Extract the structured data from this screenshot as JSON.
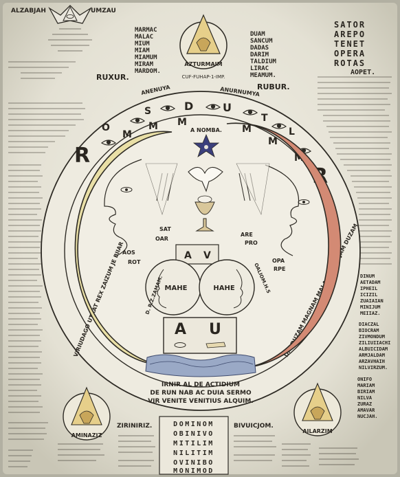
{
  "corners": {
    "top_left": [
      "ALZABJAH",
      "UMZAU"
    ],
    "top_triangle": "AZTURMAIM",
    "top_triangle_sub": "CUF-FUHAP-1-IMP.",
    "bottom_left": "AMINAZIZ",
    "bottom_right": "AILARZIM"
  },
  "top_columns": {
    "left": [
      "MARMAC",
      "MALAC",
      "MIUM",
      "MIAM",
      "MIAMUM",
      "MIRAM",
      "MARDOM."
    ],
    "right": [
      "DUAM",
      "SANCUM",
      "DADAS",
      "DARIM",
      "TALDIUM",
      "LIRAC",
      "MEAMUM."
    ]
  },
  "sator_square": [
    "SATOR",
    "AREPO",
    "TENET",
    "OPERA",
    "ROTAS"
  ],
  "sator_tail": "AOPET.",
  "side_labels": {
    "left": "RUXUR.",
    "right": "RUBUR."
  },
  "ring_top_text": [
    "ANENUYA",
    "ANURNUMYA"
  ],
  "ring_letters": [
    "R",
    "O",
    "S",
    "D",
    "U",
    "T",
    "L",
    "R"
  ],
  "ring_m_letters": [
    "M",
    "M",
    "M",
    "M",
    "M",
    "M"
  ],
  "star_text": "A NOMBA.",
  "center_left": [
    "SAT",
    "OAR",
    "AOS",
    "ROT"
  ],
  "center_right": [
    "ARE",
    "PRO",
    "OPA",
    "RPE"
  ],
  "lenses": [
    "MAHE",
    "HAHE"
  ],
  "lens_side": {
    "left": "D. R.Z.ZAMAM.",
    "right": "OALIOM.H.S"
  },
  "box_letters": [
    "A",
    "U"
  ],
  "small_box_letters": [
    "A",
    "V"
  ],
  "bottom_circle_text": [
    "IRNIR AL DE ACTIDIUM",
    "DE RUN NAB AC DUIA SERMO",
    "VIR VENITE VENITIUS ALQUIM."
  ],
  "bottom_labels": {
    "left": "ZIRINIRIZ.",
    "right": "BIVUICJOM."
  },
  "dominus_square": [
    "DOMINOM",
    "OBINIVO",
    "MITILIM",
    "NILITIM",
    "OVINIBO",
    "MONIMOD"
  ],
  "right_block_lower": [
    "DINUM",
    "AETADAM",
    "IPHEIL",
    "ICIZIL",
    "ZUAIAIAN",
    "MINIJUM",
    "MEIIAZ.",
    "DIACZAL",
    "BIOCRAM",
    "ZIVMONDUM",
    "ZILIUIIACHI",
    "ALBUICIDAM",
    "ARMJALDAM",
    "ARZAVHAIH",
    "NILVIRZUM.",
    "ONIFO",
    "MARIAM",
    "BIRIAM",
    "NILVA",
    "ZURAZ",
    "AMAVAR",
    "NUCJAH."
  ],
  "ring_side_left": "VIRIUDAGO UTRAT REX ZAIZUM JE BIIAR",
  "ring_side_right": "DIN DUZAM MAGNAM MALA ZAIZAM JAM DUZAM"
}
